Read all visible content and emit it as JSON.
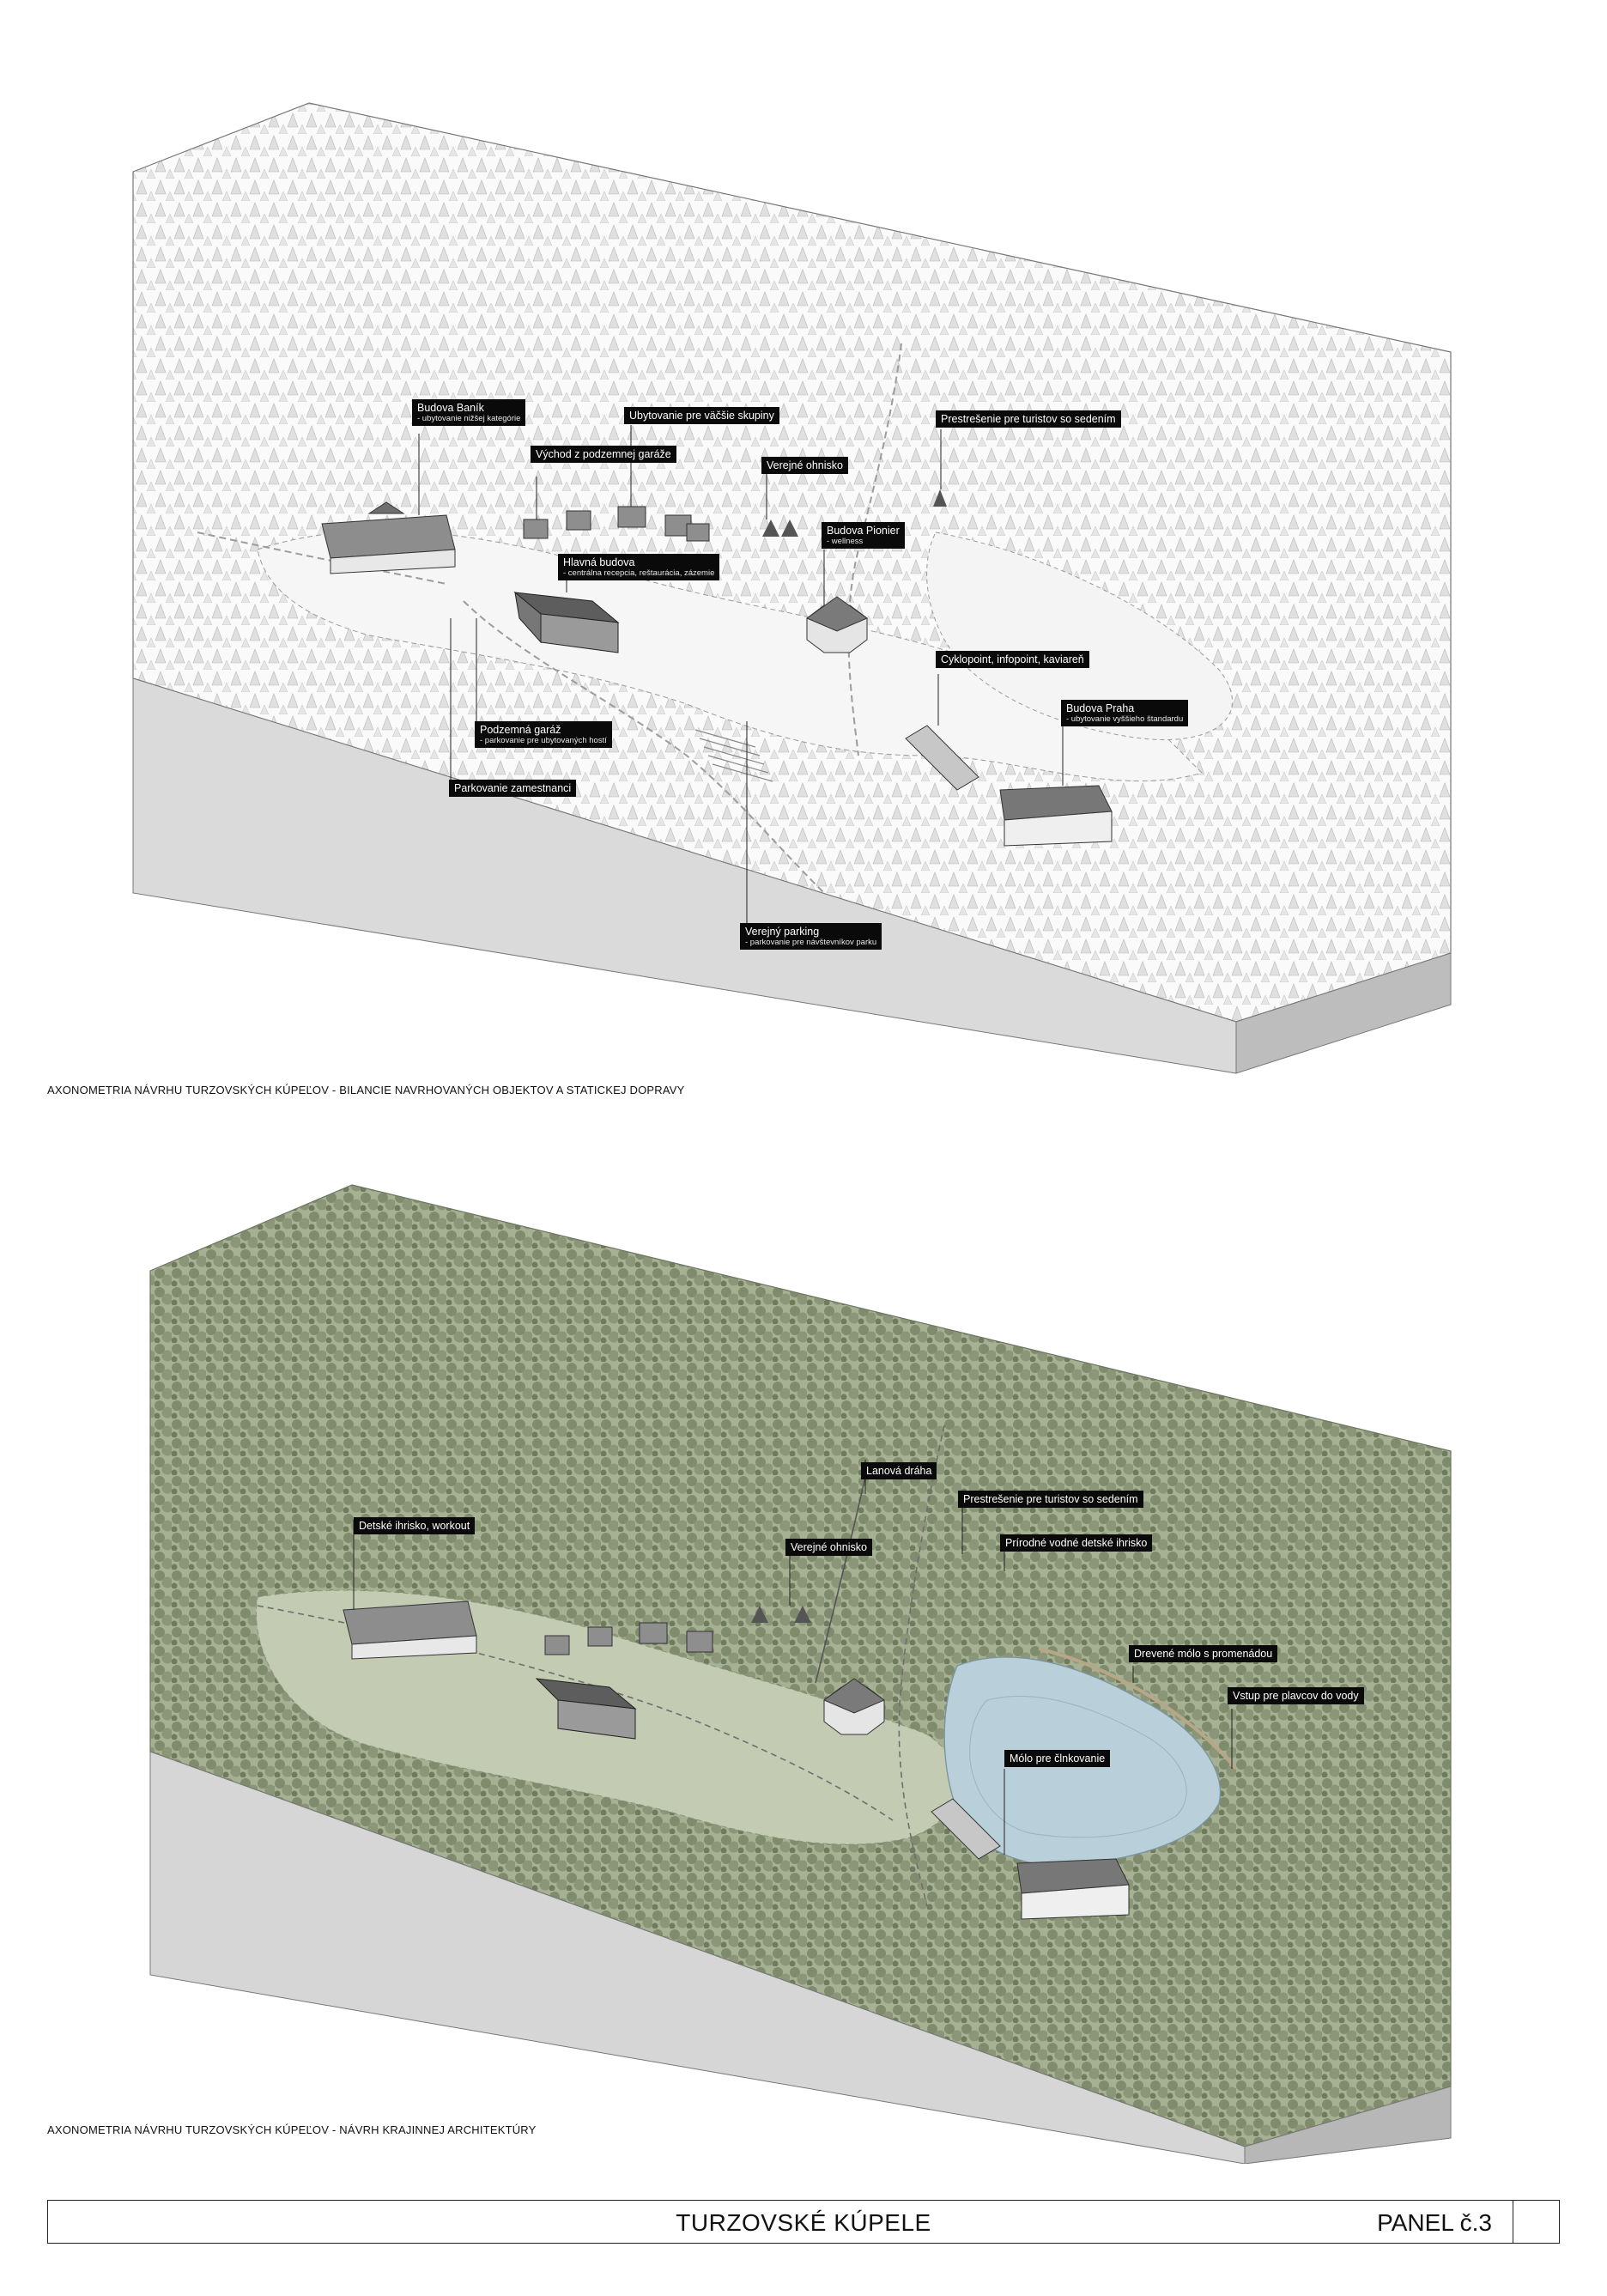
{
  "top_plate": {
    "caption": "AXONOMETRIA NÁVRHU TURZOVSKÝCH KÚPEĽOV - BILANCIE NAVRHOVANÝCH OBJEKTOV A STATICKEJ DOPRAVY",
    "labels": {
      "banik": {
        "title": "Budova Baník",
        "sub": "- ubytovanie nižšej kategórie"
      },
      "skupiny": {
        "title": "Ubytovanie pre väčšie skupiny"
      },
      "vychod": {
        "title": "Východ z podzemnej garáže"
      },
      "ohnisko": {
        "title": "Verejné ohnisko"
      },
      "prestresenie": {
        "title": "Prestrešenie pre turistov so sedením"
      },
      "hlavna": {
        "title": "Hlavná budova",
        "sub": "- centrálna recepcia, reštaurácia, zázemie"
      },
      "pionier": {
        "title": "Budova Pionier",
        "sub": "- wellness"
      },
      "cyklopoint": {
        "title": "Cyklopoint, infopoint, kaviareň"
      },
      "praha": {
        "title": "Budova Praha",
        "sub": "- ubytovanie vyššieho štandardu"
      },
      "garaz": {
        "title": "Podzemná garáž",
        "sub": "- parkovanie pre ubytovaných hostí"
      },
      "zamestnanci": {
        "title": "Parkovanie zamestnanci"
      },
      "parking": {
        "title": "Verejný parking",
        "sub": "- parkovanie pre návštevníkov parku"
      }
    }
  },
  "bottom_plate": {
    "caption": "AXONOMETRIA NÁVRHU TURZOVSKÝCH KÚPEĽOV - NÁVRH KRAJINNEJ ARCHITEKTÚRY",
    "labels": {
      "detske": {
        "title": "Detské ihrisko, workout"
      },
      "lanova": {
        "title": "Lanová dráha"
      },
      "ohnisko": {
        "title": "Verejné ohnisko"
      },
      "prestresenie": {
        "title": "Prestrešenie pre turistov so sedením"
      },
      "prirodne": {
        "title": "Prírodné vodné detské ihrisko"
      },
      "molo": {
        "title": "Drevené mólo s promenádou"
      },
      "vstup": {
        "title": "Vstup pre plavcov do vody"
      },
      "clnkovanie": {
        "title": "Mólo pre člnkovanie"
      }
    }
  },
  "footer": {
    "title": "TURZOVSKÉ KÚPELE",
    "panel": "PANEL č.3"
  },
  "colors": {
    "forest_light": "#e9e9e9",
    "forest_green": "#8f9a7e",
    "ground_green": "#b9c2a8",
    "water": "#b9cfd9",
    "slab_side": "#dcdcdc"
  }
}
